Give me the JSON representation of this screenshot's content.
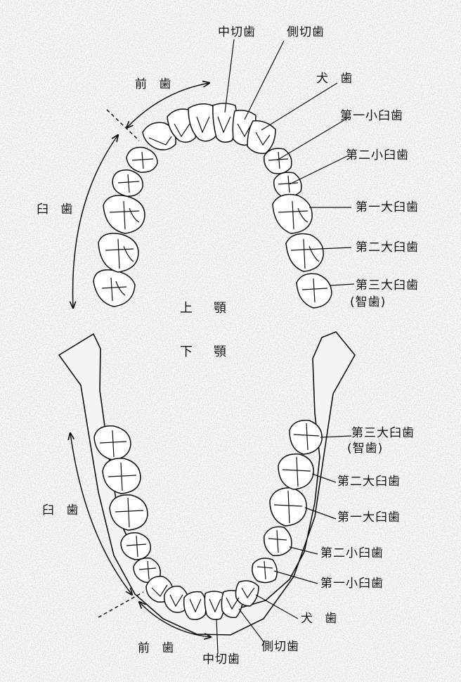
{
  "upper": {
    "jaw_label": "上顎",
    "central_incisor": "中切歯",
    "lateral_incisor": "側切歯",
    "canine": "犬 歯",
    "first_premolar": "第一小臼歯",
    "second_premolar": "第二小臼歯",
    "first_molar": "第一大臼歯",
    "second_molar": "第二大臼歯",
    "third_molar": "第三大臼歯",
    "third_molar_note": "(智歯)",
    "anterior_group": "前 歯",
    "posterior_group": "臼 歯"
  },
  "lower": {
    "jaw_label": "下顎",
    "third_molar": "第三大臼歯",
    "third_molar_note": "(智歯)",
    "second_molar": "第二大臼歯",
    "first_molar": "第一大臼歯",
    "second_premolar": "第二小臼歯",
    "first_premolar": "第一小臼歯",
    "canine": "犬 歯",
    "lateral_incisor": "側切歯",
    "central_incisor": "中切歯",
    "anterior_group": "前 歯",
    "posterior_group": "臼 歯"
  },
  "colors": {
    "background": "#d4d4d4",
    "tooth_fill": "#ffffff",
    "line": "#111111"
  }
}
